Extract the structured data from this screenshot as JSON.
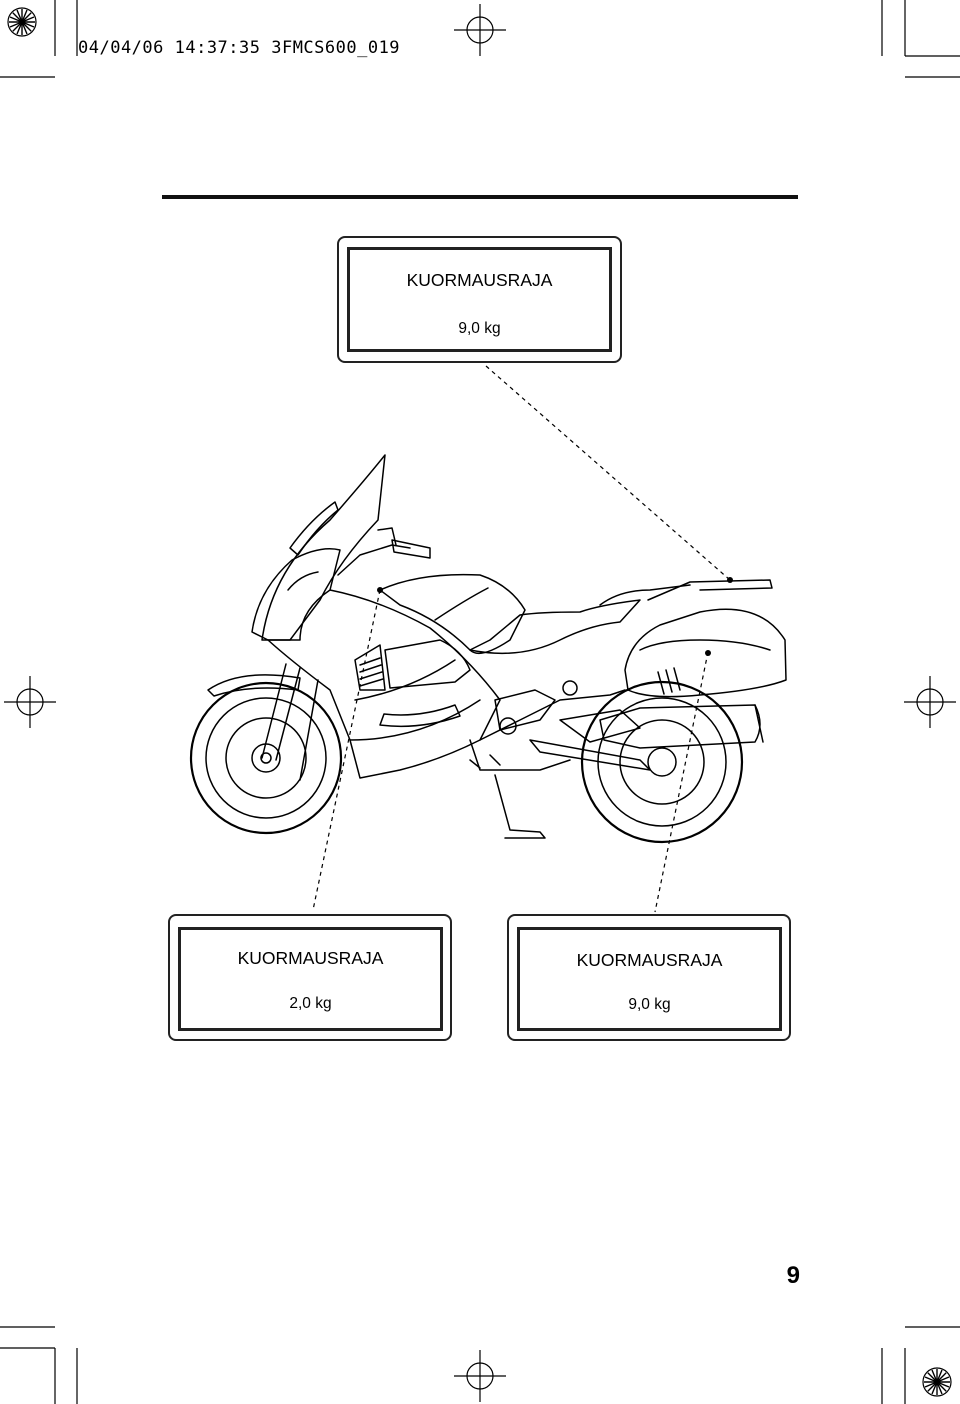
{
  "print_header": "04/04/06 14:37:35 3FMCS600_019",
  "labels": {
    "top": {
      "title": "KUORMAUSRAJA",
      "value": "9,0 kg"
    },
    "bottom_left": {
      "title": "KUORMAUSRAJA",
      "value": "2,0 kg"
    },
    "bottom_right": {
      "title": "KUORMAUSRAJA",
      "value": "9,0 kg"
    }
  },
  "page_number": "9"
}
